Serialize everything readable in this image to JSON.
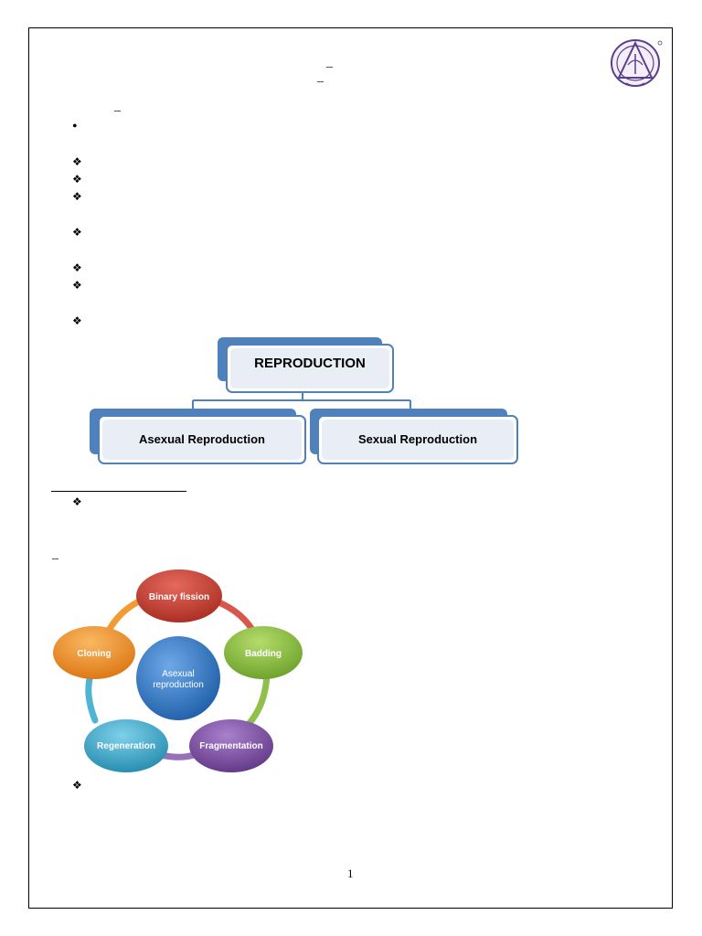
{
  "document": {
    "title_marks": [
      "_",
      "_"
    ],
    "subheading_mark": "_",
    "bullets": {
      "round": "•",
      "diamond": "❖"
    },
    "section_mark": "_",
    "page_number": "1"
  },
  "logo": {
    "name": "institution-seal",
    "color": "#5a3f8c"
  },
  "org_chart": {
    "root": "REPRODUCTION",
    "children": [
      "Asexual Reproduction",
      "Sexual Reproduction"
    ],
    "accent_color": "#4f81bd"
  },
  "cycle_diagram": {
    "center": [
      "Asexual",
      "reproduction"
    ],
    "nodes": [
      {
        "label": "Binary fission",
        "color": "#c0392b"
      },
      {
        "label": "Badding",
        "color": "#7cb342"
      },
      {
        "label": "Fragmentation",
        "color": "#7b4aa0"
      },
      {
        "label": "Regeneration",
        "color": "#2fa4c9"
      },
      {
        "label": "Cloning",
        "color": "#ef8a1c"
      }
    ],
    "center_color": "#2f73c3"
  }
}
